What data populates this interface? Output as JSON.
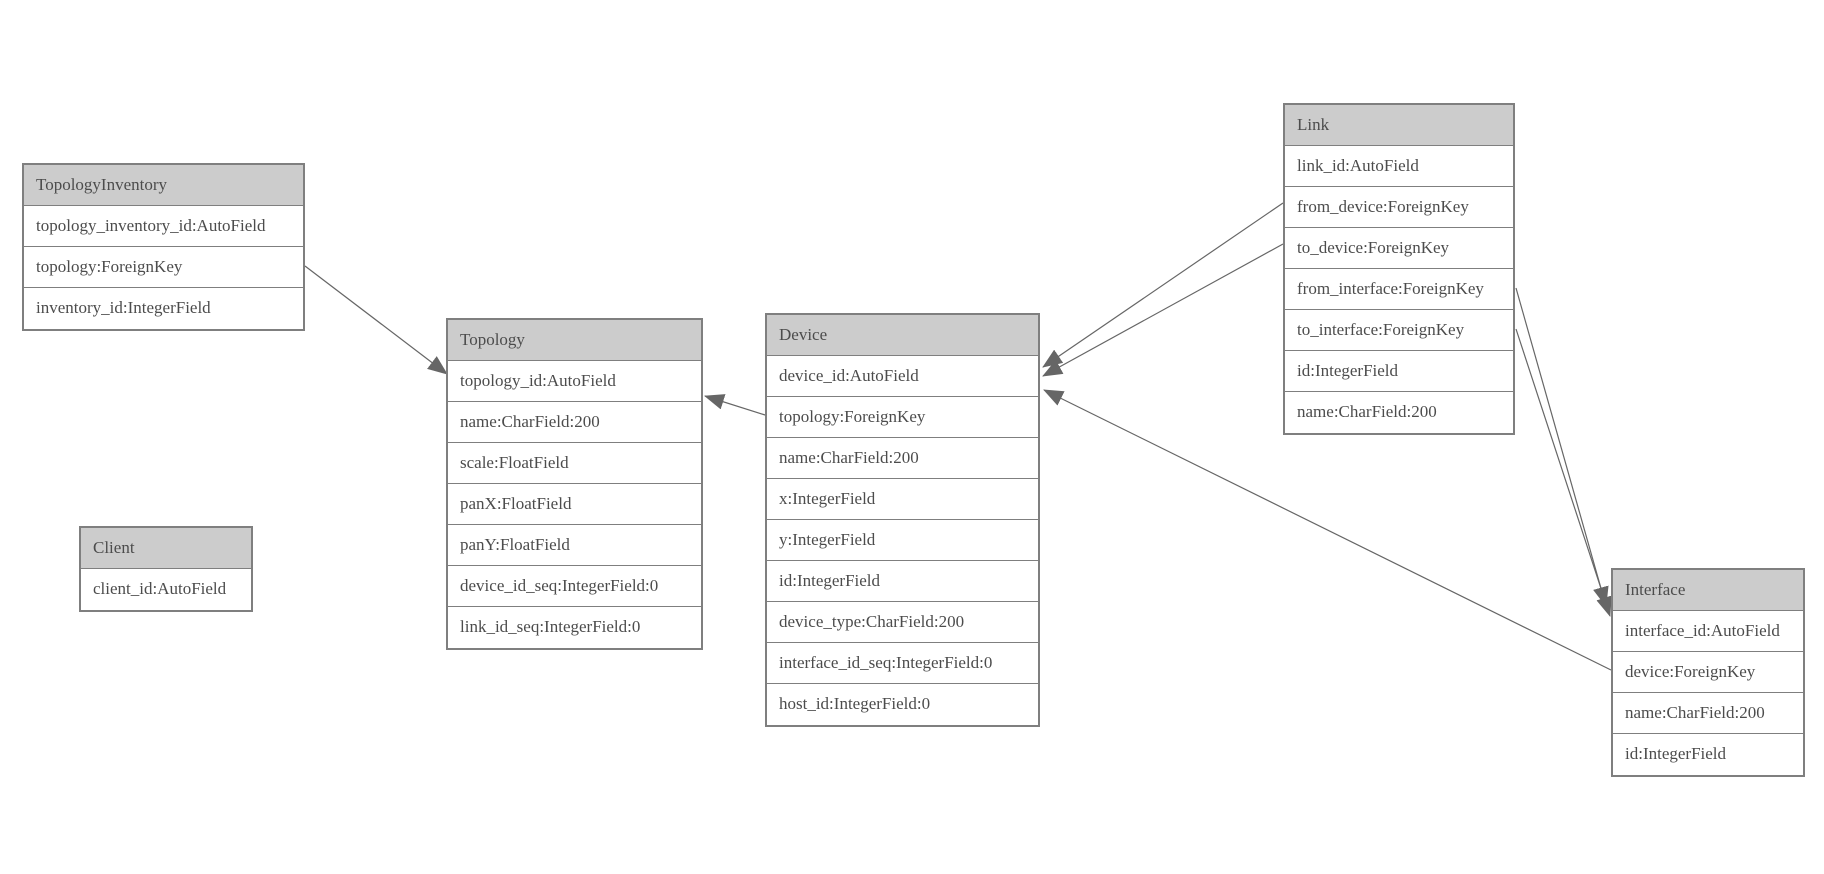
{
  "entities": {
    "topology_inventory": {
      "title": "TopologyInventory",
      "fields": [
        "topology_inventory_id:AutoField",
        "topology:ForeignKey",
        "inventory_id:IntegerField"
      ]
    },
    "topology": {
      "title": "Topology",
      "fields": [
        "topology_id:AutoField",
        "name:CharField:200",
        "scale:FloatField",
        "panX:FloatField",
        "panY:FloatField",
        "device_id_seq:IntegerField:0",
        "link_id_seq:IntegerField:0"
      ]
    },
    "client": {
      "title": "Client",
      "fields": [
        "client_id:AutoField"
      ]
    },
    "device": {
      "title": "Device",
      "fields": [
        "device_id:AutoField",
        "topology:ForeignKey",
        "name:CharField:200",
        "x:IntegerField",
        "y:IntegerField",
        "id:IntegerField",
        "device_type:CharField:200",
        "interface_id_seq:IntegerField:0",
        "host_id:IntegerField:0"
      ]
    },
    "link": {
      "title": "Link",
      "fields": [
        "link_id:AutoField",
        "from_device:ForeignKey",
        "to_device:ForeignKey",
        "from_interface:ForeignKey",
        "to_interface:ForeignKey",
        "id:IntegerField",
        "name:CharField:200"
      ]
    },
    "interface": {
      "title": "Interface",
      "fields": [
        "interface_id:AutoField",
        "device:ForeignKey",
        "name:CharField:200",
        "id:IntegerField"
      ]
    }
  },
  "relationships": [
    {
      "from": "TopologyInventory.topology",
      "to": "Topology.topology_id"
    },
    {
      "from": "Device.topology",
      "to": "Topology.topology_id"
    },
    {
      "from": "Link.from_device",
      "to": "Device.device_id"
    },
    {
      "from": "Link.to_device",
      "to": "Device.device_id"
    },
    {
      "from": "Link.from_interface",
      "to": "Interface.interface_id"
    },
    {
      "from": "Link.to_interface",
      "to": "Interface.interface_id"
    },
    {
      "from": "Interface.device",
      "to": "Device.device_id"
    }
  ],
  "colors": {
    "background": "#ffffff",
    "header_fill": "#cccccc",
    "border": "#7f7f7f",
    "text": "#4c4c4c",
    "edge": "#666666"
  }
}
